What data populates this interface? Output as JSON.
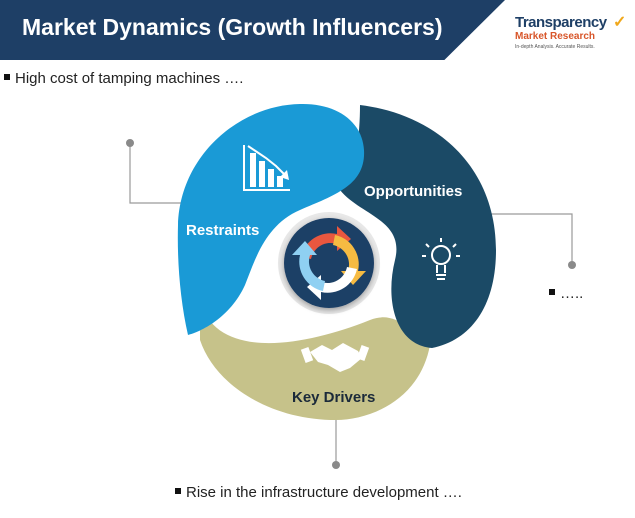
{
  "header": {
    "title": "Market Dynamics (Growth Influencers)",
    "logo": {
      "line1": "Transparency",
      "line2": "Market Research",
      "tagline": "In-depth Analysis. Accurate Results."
    }
  },
  "segments": {
    "restraints": {
      "label": "Restraints",
      "color": "#1a9ad6"
    },
    "opportunities": {
      "label": "Opportunities",
      "color": "#1b4a66"
    },
    "key_drivers": {
      "label": "Key Drivers",
      "color": "#c6c28a"
    }
  },
  "callouts": {
    "restraints_note": "High cost of tamping machines ….",
    "opportunities_note": "…..",
    "drivers_note": "Rise in the infrastructure development …."
  },
  "icons": {
    "restraints": "declining-chart-icon",
    "opportunities": "lightbulb-icon",
    "key_drivers": "handshake-icon",
    "center": "cycle-arrows-icon"
  },
  "colors": {
    "banner": "#1e3f66",
    "center_circle": "#1e3f66",
    "arrow_red": "#e9573f",
    "arrow_yellow": "#f6bb42",
    "arrow_lightblue": "#8fd0f2",
    "arrow_white": "#ffffff"
  }
}
